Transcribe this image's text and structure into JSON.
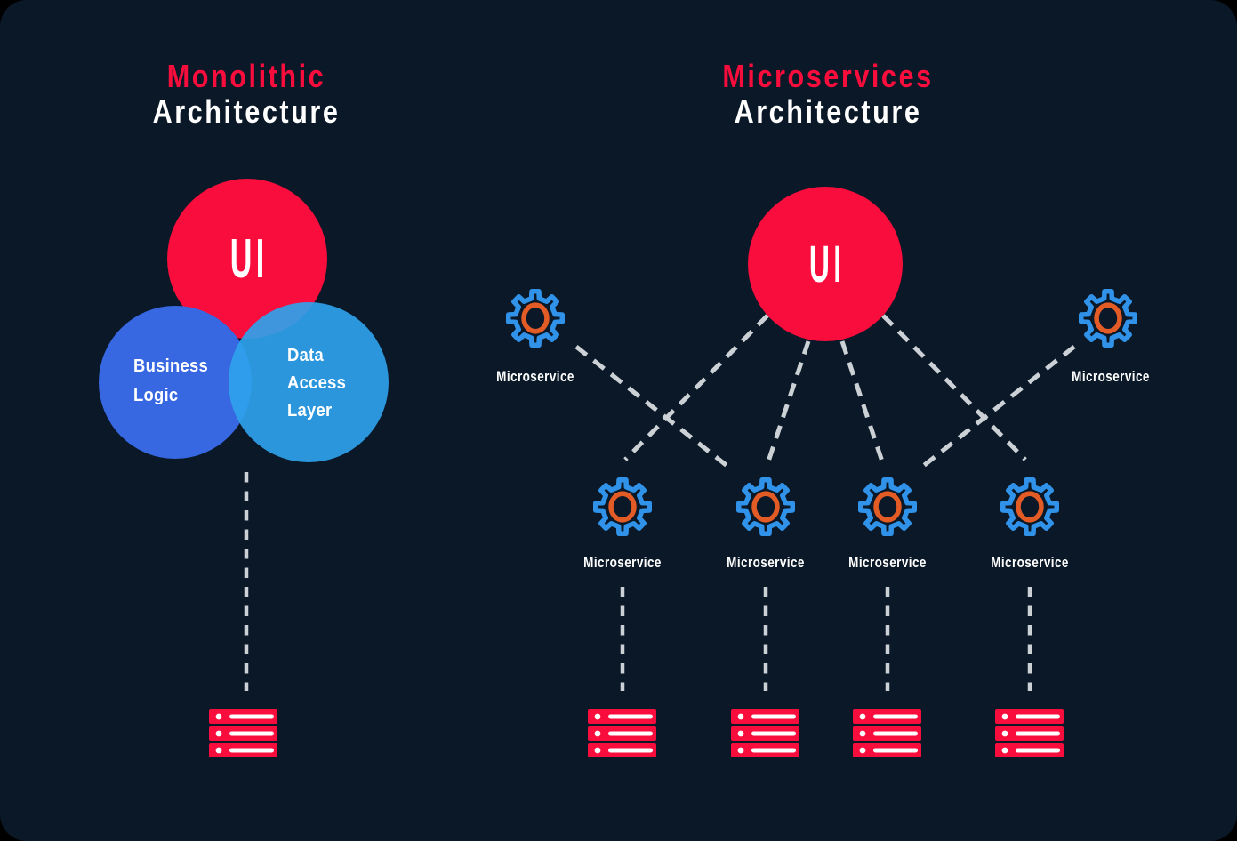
{
  "monolithic": {
    "title_accent": "Monolithic",
    "title_rest": "Architecture",
    "ui_circle_label": "UI",
    "business_logic_lines": [
      "Business",
      "Logic"
    ],
    "data_access_lines": [
      "Data",
      "Access",
      "Layer"
    ]
  },
  "microservices": {
    "title_accent": "Microservices",
    "title_rest": "Architecture",
    "ui_circle_label": "UI",
    "gear_labels": [
      "Microservice",
      "Microservice",
      "Microservice",
      "Microservice",
      "Microservice",
      "Microservice"
    ]
  },
  "icons": {
    "gear": "gear-icon",
    "server": "server-stack-icon"
  },
  "colors": {
    "background": "#0a1828",
    "accent_red": "#f90d3c",
    "blue": "#3767e1",
    "light_blue": "#2fa2ec",
    "gear_blue": "#3092e9",
    "gear_orange": "#e35b25",
    "dash_gray": "#ccd1d6",
    "text_white": "#ffffff"
  }
}
